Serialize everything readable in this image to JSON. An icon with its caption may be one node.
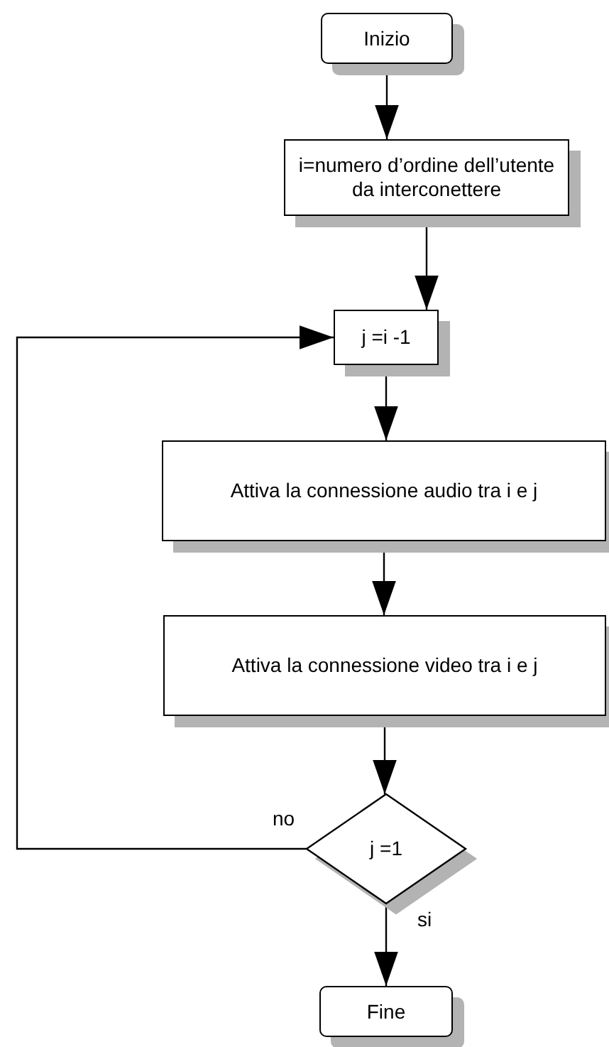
{
  "diagram": {
    "nodes": [
      {
        "text": [
          "Inizio"
        ]
      },
      {
        "text": [
          "i=numero d’ordine dell’utente da interconettere"
        ]
      },
      {
        "text": [
          "j =i -1"
        ]
      },
      {
        "text": [
          "Attiva la connessione audio tra i e j"
        ]
      },
      {
        "text": [
          "Attiva la connessione video tra i e j"
        ]
      },
      {
        "text": [
          "j =1"
        ]
      },
      {
        "text": [
          "Fine"
        ]
      }
    ],
    "edges": [
      {
        "from": 0,
        "to": 1,
        "arrow": "to"
      },
      {
        "from": 1,
        "to": 2,
        "arrow": "to"
      },
      {
        "from": 2,
        "to": 3,
        "arrow": "to"
      },
      {
        "from": 3,
        "to": 4,
        "arrow": "to"
      },
      {
        "from": 4,
        "to": 5,
        "arrow": "to"
      },
      {
        "from": 5,
        "to": 2,
        "arrow": "to",
        "label": "no"
      },
      {
        "from": 5,
        "to": 6,
        "arrow": "to",
        "label": "si"
      }
    ]
  }
}
